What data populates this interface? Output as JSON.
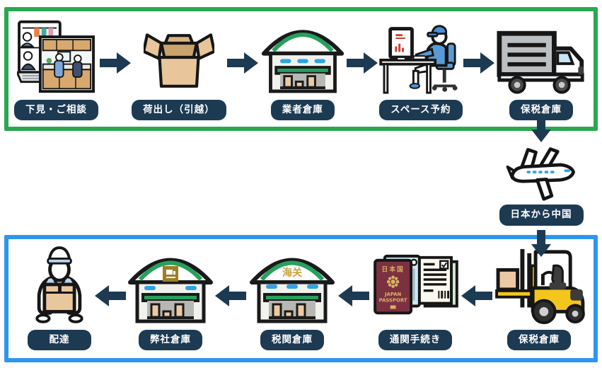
{
  "diagram": {
    "export_section": {
      "border_color": "#2aa84f",
      "flow_direction": "left-to-right",
      "steps": [
        {
          "label": "下見・ご相談",
          "icon": "consultation"
        },
        {
          "label": "荷出し（引越）",
          "icon": "open-box"
        },
        {
          "label": "業者倉庫",
          "icon": "warehouse"
        },
        {
          "label": "スペース予約",
          "icon": "computer-reservation"
        },
        {
          "label": "保税倉庫",
          "icon": "truck"
        }
      ]
    },
    "transit": {
      "label": "日本から中国",
      "icon": "airplane"
    },
    "import_section": {
      "border_color": "#2d96ee",
      "flow_direction": "right-to-left",
      "process_order": [
        "保税倉庫",
        "通関手続き",
        "税関倉庫",
        "弊社倉庫",
        "配達"
      ],
      "steps": [
        {
          "label": "配達",
          "icon": "delivery-person"
        },
        {
          "label": "弊社倉庫",
          "icon": "company-warehouse"
        },
        {
          "label": "税関倉庫",
          "icon": "customs-warehouse",
          "sign_text": "海关"
        },
        {
          "label": "通関手続き",
          "icon": "passport-documents",
          "passport": {
            "line1": "日本国",
            "line2": "JAPAN",
            "line3": "PASSPORT"
          }
        },
        {
          "label": "保税倉庫",
          "icon": "forklift"
        }
      ]
    },
    "colors": {
      "pill_background": "#1d3a53",
      "arrow": "#1d3a53",
      "warehouse_green": "#27a05e",
      "dash_blue": "#2fa3e6",
      "carton_tan": "#e9c79c",
      "forklift_yellow": "#f3c61d",
      "passport_maroon": "#7c3142"
    }
  }
}
